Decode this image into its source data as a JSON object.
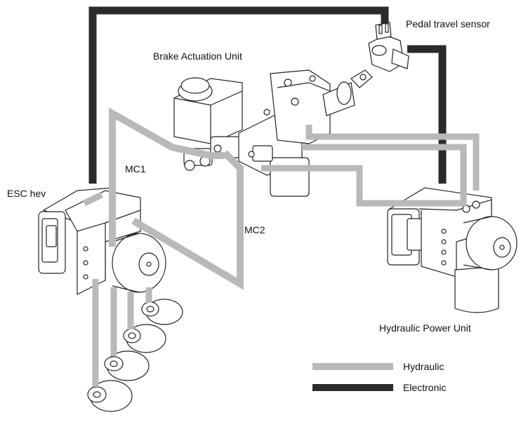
{
  "labels": {
    "pedal_sensor": "Pedal travel sensor",
    "brake_unit": "Brake Actuation Unit",
    "esc": "ESC hev",
    "mc1": "MC1",
    "mc2": "MC2",
    "hpu": "Hydraulic Power Unit"
  },
  "legend": {
    "hydraulic": "Hydraulic",
    "electronic": "Electronic"
  },
  "colors": {
    "hydraulic": "#b9b9b9",
    "electronic": "#2b2b2b",
    "outline": "#222222",
    "part_fill": "#ffffff"
  }
}
